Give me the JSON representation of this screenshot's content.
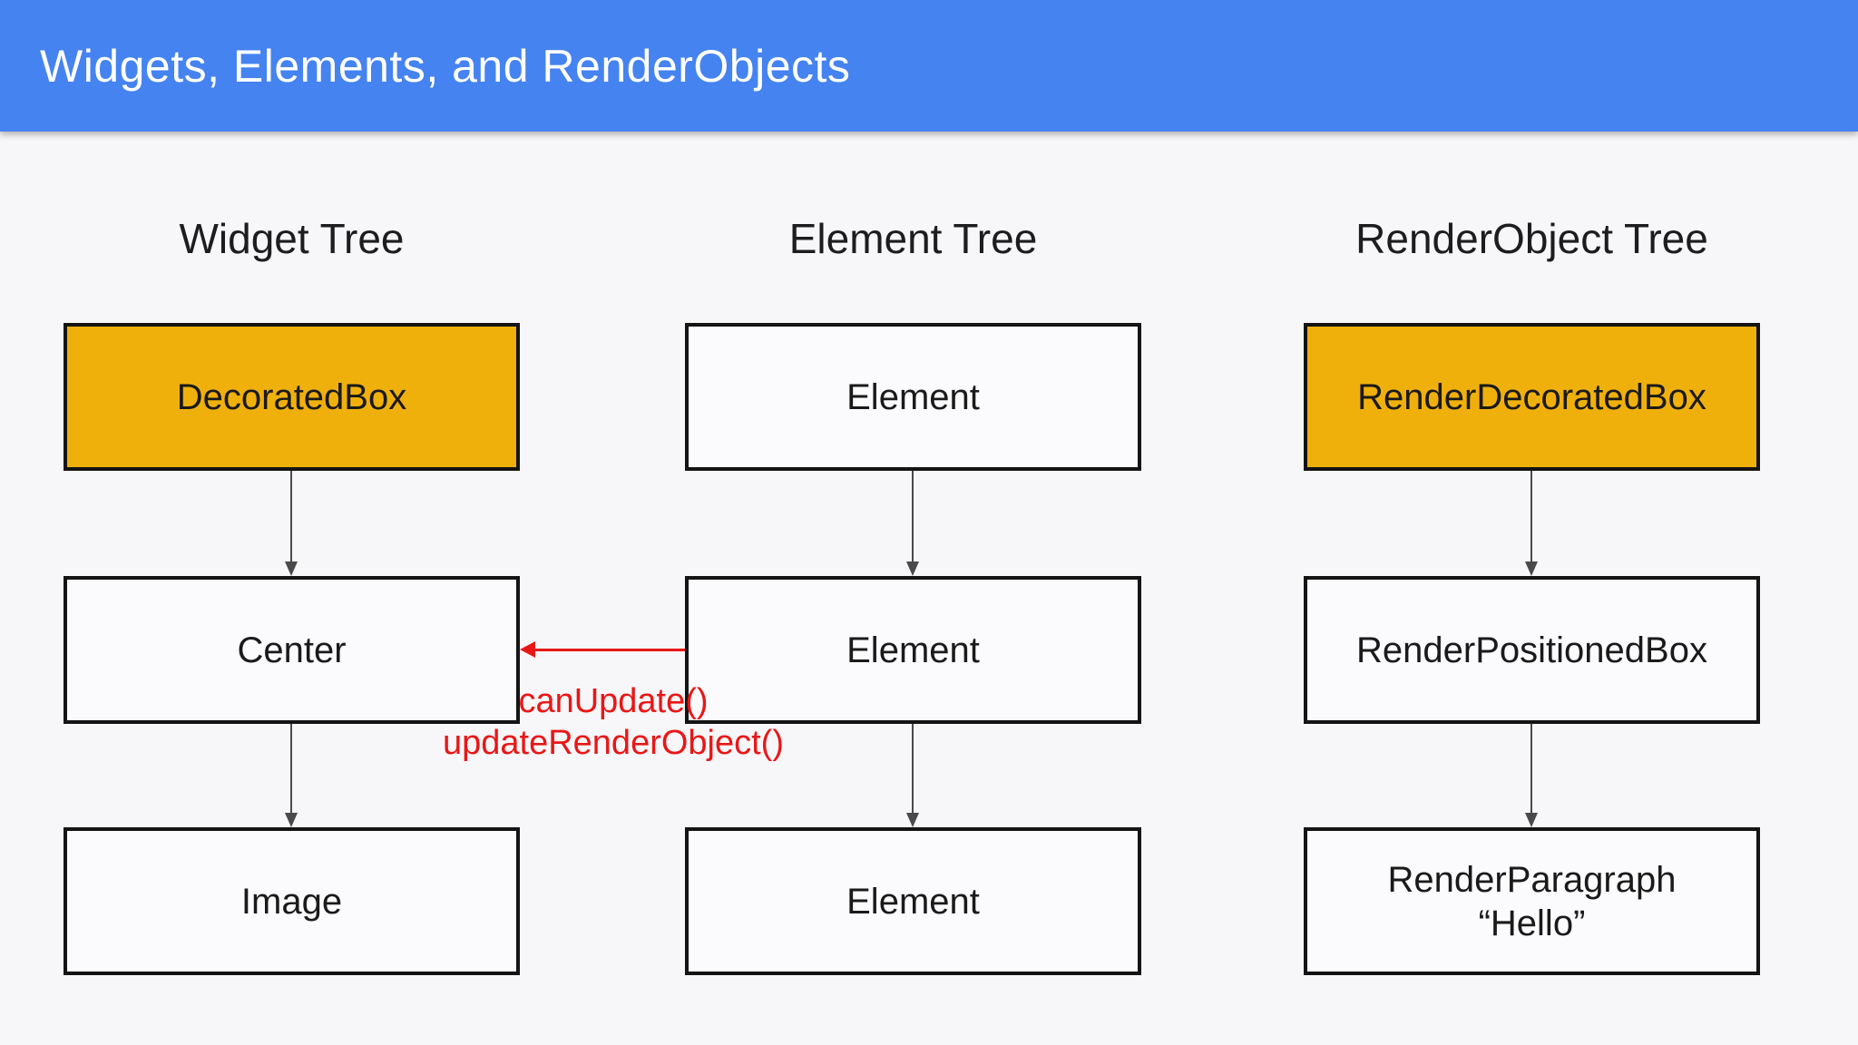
{
  "header": {
    "title": "Widgets, Elements, and RenderObjects"
  },
  "trees": [
    {
      "title": "Widget Tree",
      "nodes": [
        {
          "label": "DecoratedBox",
          "highlighted": true
        },
        {
          "label": "Center",
          "highlighted": false
        },
        {
          "label": "Image",
          "highlighted": false
        }
      ]
    },
    {
      "title": "Element Tree",
      "nodes": [
        {
          "label": "Element",
          "highlighted": false
        },
        {
          "label": "Element",
          "highlighted": false
        },
        {
          "label": "Element",
          "highlighted": false
        }
      ]
    },
    {
      "title": "RenderObject Tree",
      "nodes": [
        {
          "label": "RenderDecoratedBox",
          "highlighted": true
        },
        {
          "label": "RenderPositionedBox",
          "highlighted": false
        },
        {
          "label": "RenderParagraph",
          "sublabel": "“Hello”",
          "highlighted": false
        }
      ]
    }
  ],
  "annotation": {
    "line1": "canUpdate()",
    "line2": "updateRenderObject()",
    "arrow_direction": "element-to-center"
  },
  "colors": {
    "header_blue": "#4583f0",
    "header_text": "#ffffff",
    "background": "#f7f6f8",
    "node_fill": "#fbfafc",
    "node_orange": "#f0b00c",
    "node_border": "#141414",
    "node_text": "#1a1a1a",
    "arrow_gray": "#4a4a4a",
    "annotation_red": "#e81717"
  }
}
